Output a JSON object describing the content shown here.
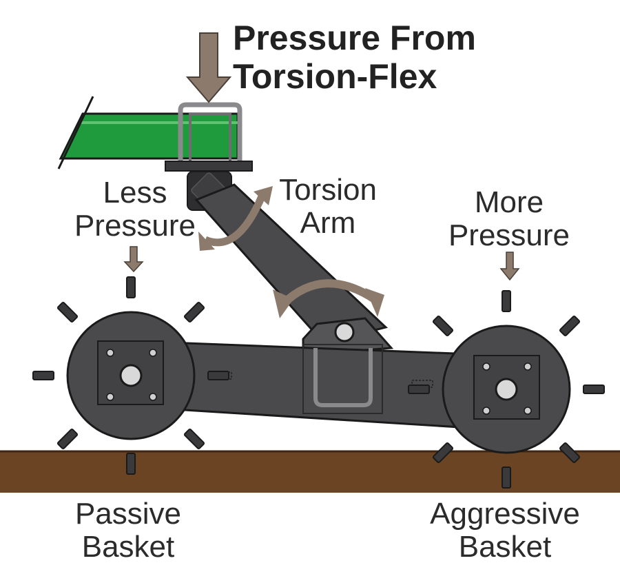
{
  "title": {
    "line1": "Pressure From",
    "line2": "Torsion-Flex"
  },
  "labels": {
    "less_pressure": {
      "line1": "Less",
      "line2": "Pressure"
    },
    "torsion_arm": {
      "line1": "Torsion",
      "line2": "Arm"
    },
    "more_pressure": {
      "line1": "More",
      "line2": "Pressure"
    },
    "passive_basket": {
      "line1": "Passive",
      "line2": "Basket"
    },
    "aggressive_basket": {
      "line1": "Aggressive",
      "line2": "Basket"
    }
  },
  "colors": {
    "frame_green": "#1f9a3c",
    "steel": "#4a4a4d",
    "steel_dark": "#2e2e30",
    "arrow_tan": "#8c7b6c",
    "soil": "#6b4424",
    "outline": "#1a1a1a"
  }
}
